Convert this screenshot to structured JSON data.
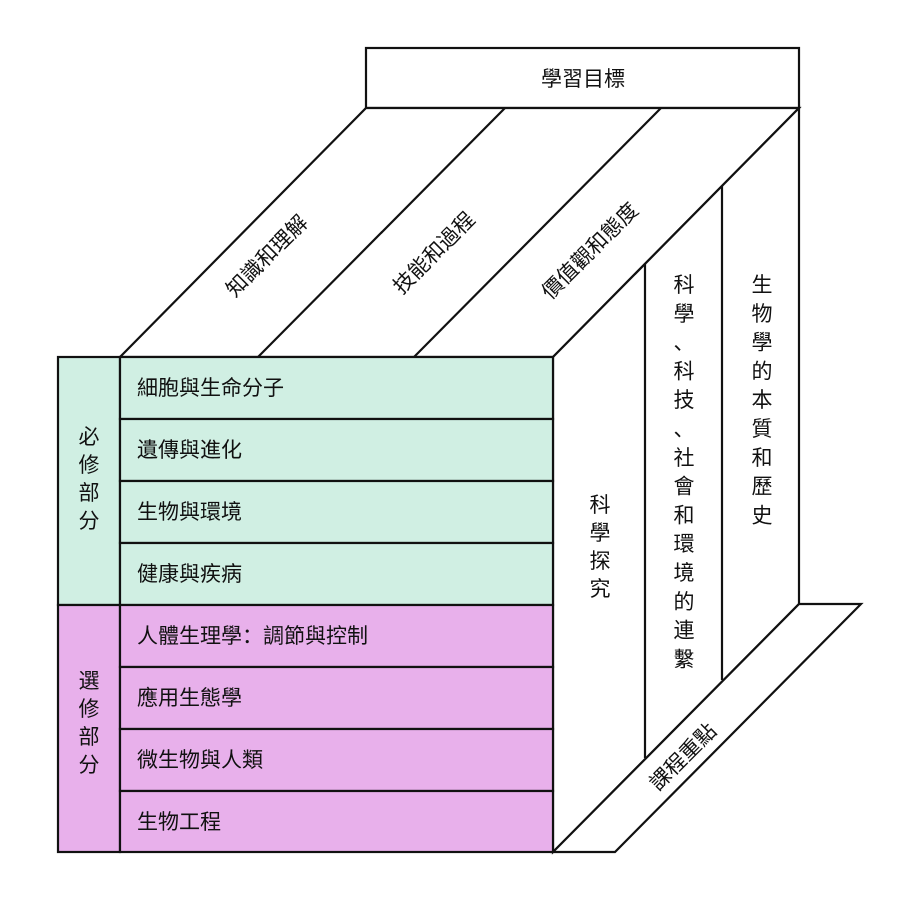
{
  "top_label": "學習目標",
  "learning_objectives": [
    "知識和理解",
    "技能和過程",
    "價值觀和態度"
  ],
  "curriculum_emphases": [
    "科學探究",
    "科學、科技、社會和環境的連繫",
    "生物學的本質和歷史"
  ],
  "bottom_label": "課程重點",
  "compulsory": {
    "label": "必修部分",
    "topics": [
      "細胞與生命分子",
      "遺傳與進化",
      "生物與環境",
      "健康與疾病"
    ]
  },
  "elective": {
    "label": "選修部分",
    "topics": [
      "人體生理學：調節與控制",
      "應用生態學",
      "微生物與人類",
      "生物工程"
    ]
  },
  "colors": {
    "compulsory_fill": "#d0efe3",
    "elective_fill": "#e8b0eb",
    "line": "#111111",
    "background": "#ffffff"
  }
}
